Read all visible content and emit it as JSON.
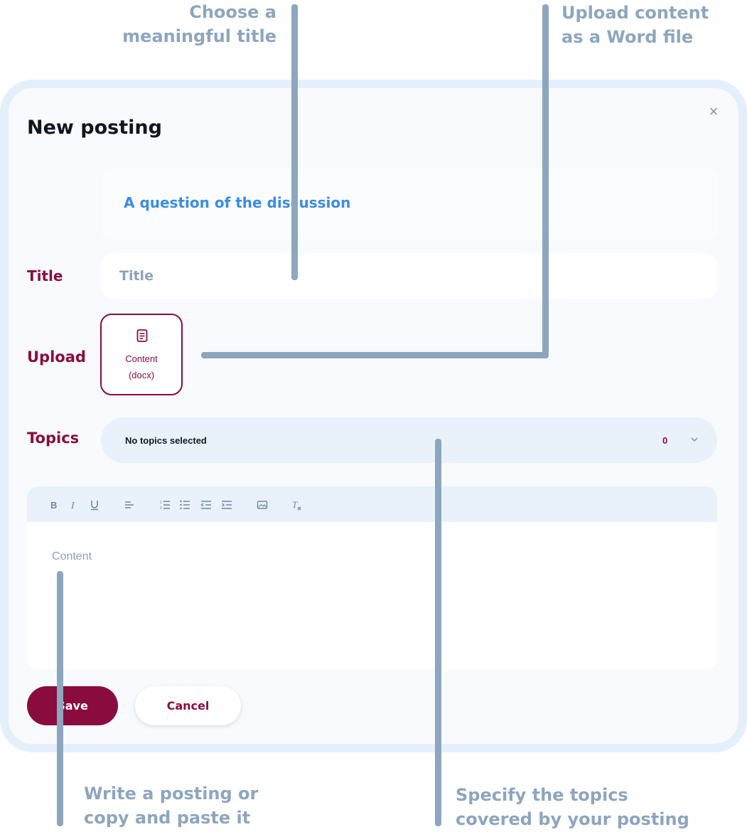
{
  "annotations": {
    "title_hint": [
      "Choose a",
      "meaningful title"
    ],
    "upload_hint": [
      "Upload content",
      "as a Word file"
    ],
    "content_hint": [
      "Write a posting or",
      "copy and paste it"
    ],
    "topics_hint": [
      "Specify the topics",
      "covered by your posting"
    ]
  },
  "modal": {
    "heading": "New posting",
    "close_glyph": "×",
    "question": "A question of the discussion",
    "title_label": "Title",
    "title_placeholder": "Title",
    "upload_label": "Upload",
    "upload_button": [
      "Content",
      "(docx)"
    ],
    "topics_label": "Topics",
    "topics_value": "No topics selected",
    "topics_count": "0",
    "editor_placeholder": "Content",
    "save_label": "Save",
    "cancel_label": "Cancel"
  },
  "toolbar": [
    "bold-icon",
    "italic-icon",
    "underline-icon",
    "align-left-icon",
    "ordered-list-icon",
    "bullet-list-icon",
    "outdent-icon",
    "indent-icon",
    "image-icon",
    "clear-format-icon"
  ],
  "colors": {
    "accent": "#8a0c3f",
    "annotation": "#8da6bf",
    "link_blue": "#3a8ce6",
    "modal_bg": "#f8fafd",
    "modal_border": "#e4effc"
  }
}
